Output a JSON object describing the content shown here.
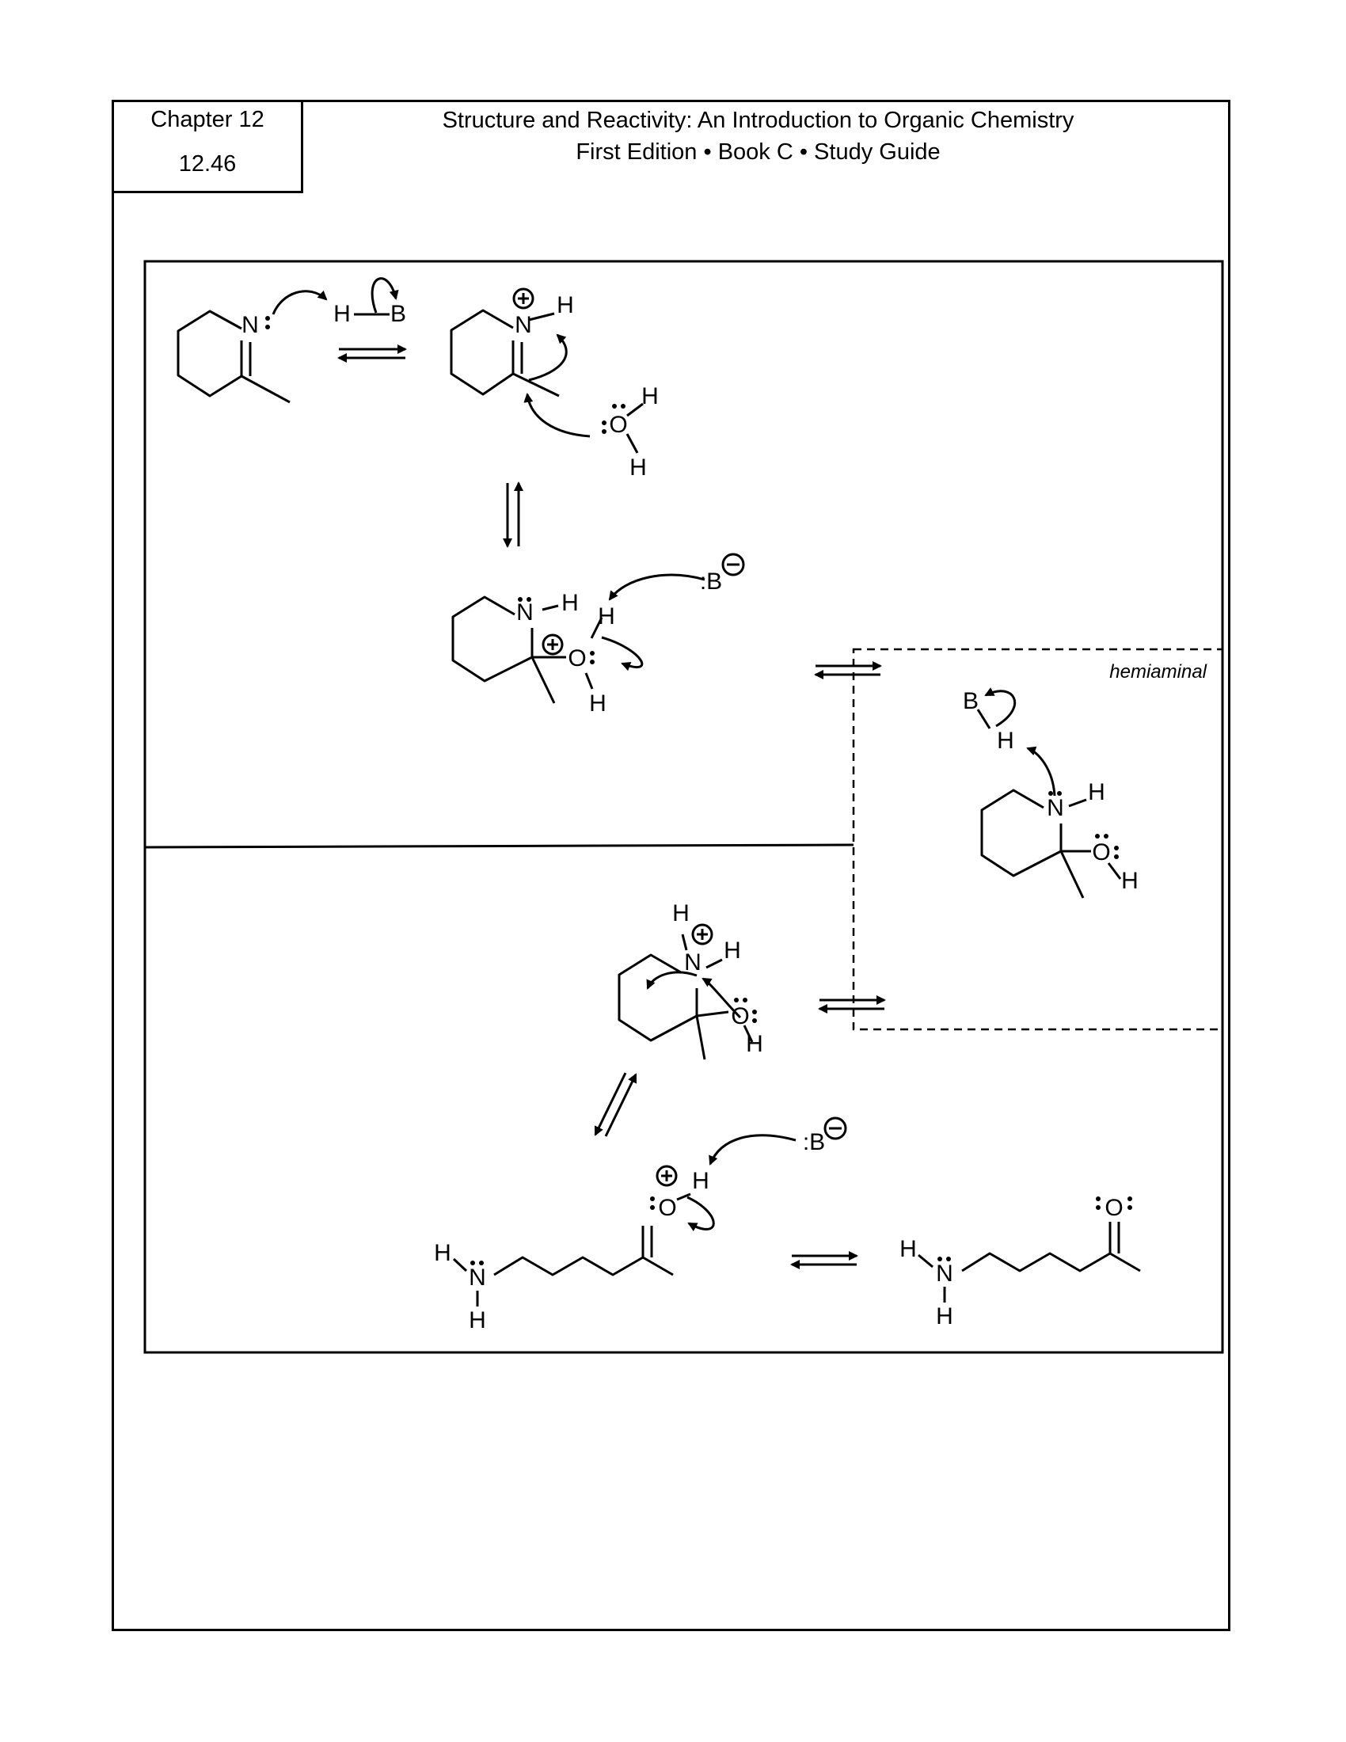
{
  "header": {
    "chapter": "Chapter 12",
    "problem": "12.46",
    "title_line1": "Structure and Reactivity: An Introduction to Organic Chemistry",
    "title_line2": "First Edition • Book C • Study Guide"
  },
  "labels": {
    "hemiaminal": "hemiaminal",
    "atom_N": "N",
    "atom_O": "O",
    "atom_H": "H",
    "atom_B": "B",
    "base_B": ":B",
    "lone_pair": ":"
  }
}
